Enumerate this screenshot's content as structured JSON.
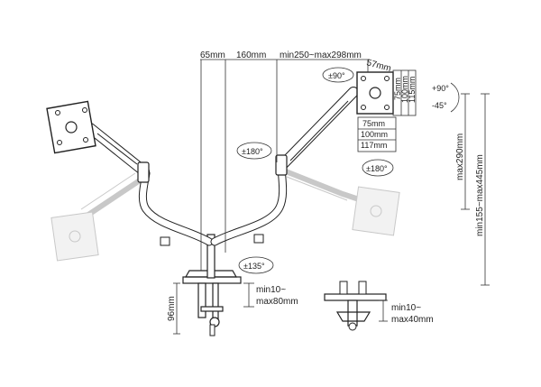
{
  "labels": {
    "top_65": "65mm",
    "top_160": "160mm",
    "top_reach": "min250~max298mm",
    "top_57": "57mm",
    "rot_90": "±90°",
    "rot_180_mid": "±180°",
    "rot_180_right": "±180°",
    "rot_135": "±135°",
    "tilt_up": "+90°",
    "tilt_down": "-45°",
    "vesa_v1": "75mm",
    "vesa_v2": "100mm",
    "vesa_v3": "115mm",
    "vesa_h1": "75mm",
    "vesa_h2": "100mm",
    "vesa_h3": "117mm",
    "height_max": "max290mm",
    "height_range": "min155~max445mm",
    "clamp_height": "96mm",
    "clamp_range": "min10~",
    "clamp_range2": "max80mm",
    "grommet_range": "min10~",
    "grommet_range2": "max40mm"
  }
}
